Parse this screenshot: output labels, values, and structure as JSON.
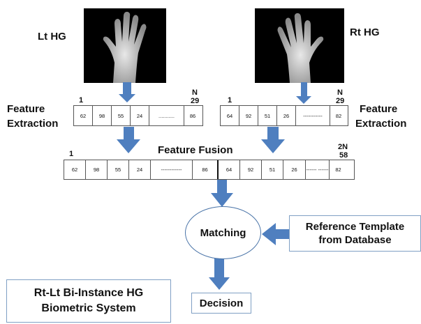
{
  "left_hand": {
    "label": "Lt HG"
  },
  "right_hand": {
    "label": "Rt HG"
  },
  "left_vector": {
    "start_index": "1",
    "end_index_top": "N",
    "end_index_bottom": "29",
    "cells": [
      "62",
      "98",
      "55",
      "24",
      "...........",
      "86"
    ]
  },
  "right_vector": {
    "start_index": "1",
    "end_index_top": "N",
    "end_index_bottom": "29",
    "cells": [
      "64",
      "92",
      "51",
      "26",
      "-----------",
      "82"
    ]
  },
  "left_feature_label": {
    "line1": "Feature",
    "line2": "Extraction"
  },
  "right_feature_label": {
    "line1": "Feature",
    "line2": "Extraction"
  },
  "fusion": {
    "title": "Feature Fusion",
    "start_index": "1",
    "end_index_top": "2N",
    "end_index_bottom": "58",
    "cells": [
      "62",
      "98",
      "55",
      "24",
      "------------",
      "86",
      "64",
      "92",
      "51",
      "26",
      "------ ------",
      "82"
    ]
  },
  "matching": {
    "label": "Matching"
  },
  "reference": {
    "line1": "Reference Template",
    "line2": "from Database"
  },
  "decision": {
    "label": "Decision"
  },
  "system": {
    "line1": "Rt-Lt Bi-Instance HG",
    "line2": "Biometric System"
  },
  "colors": {
    "arrow": "#4f7fbf",
    "box_border": "#7f9fc4"
  }
}
